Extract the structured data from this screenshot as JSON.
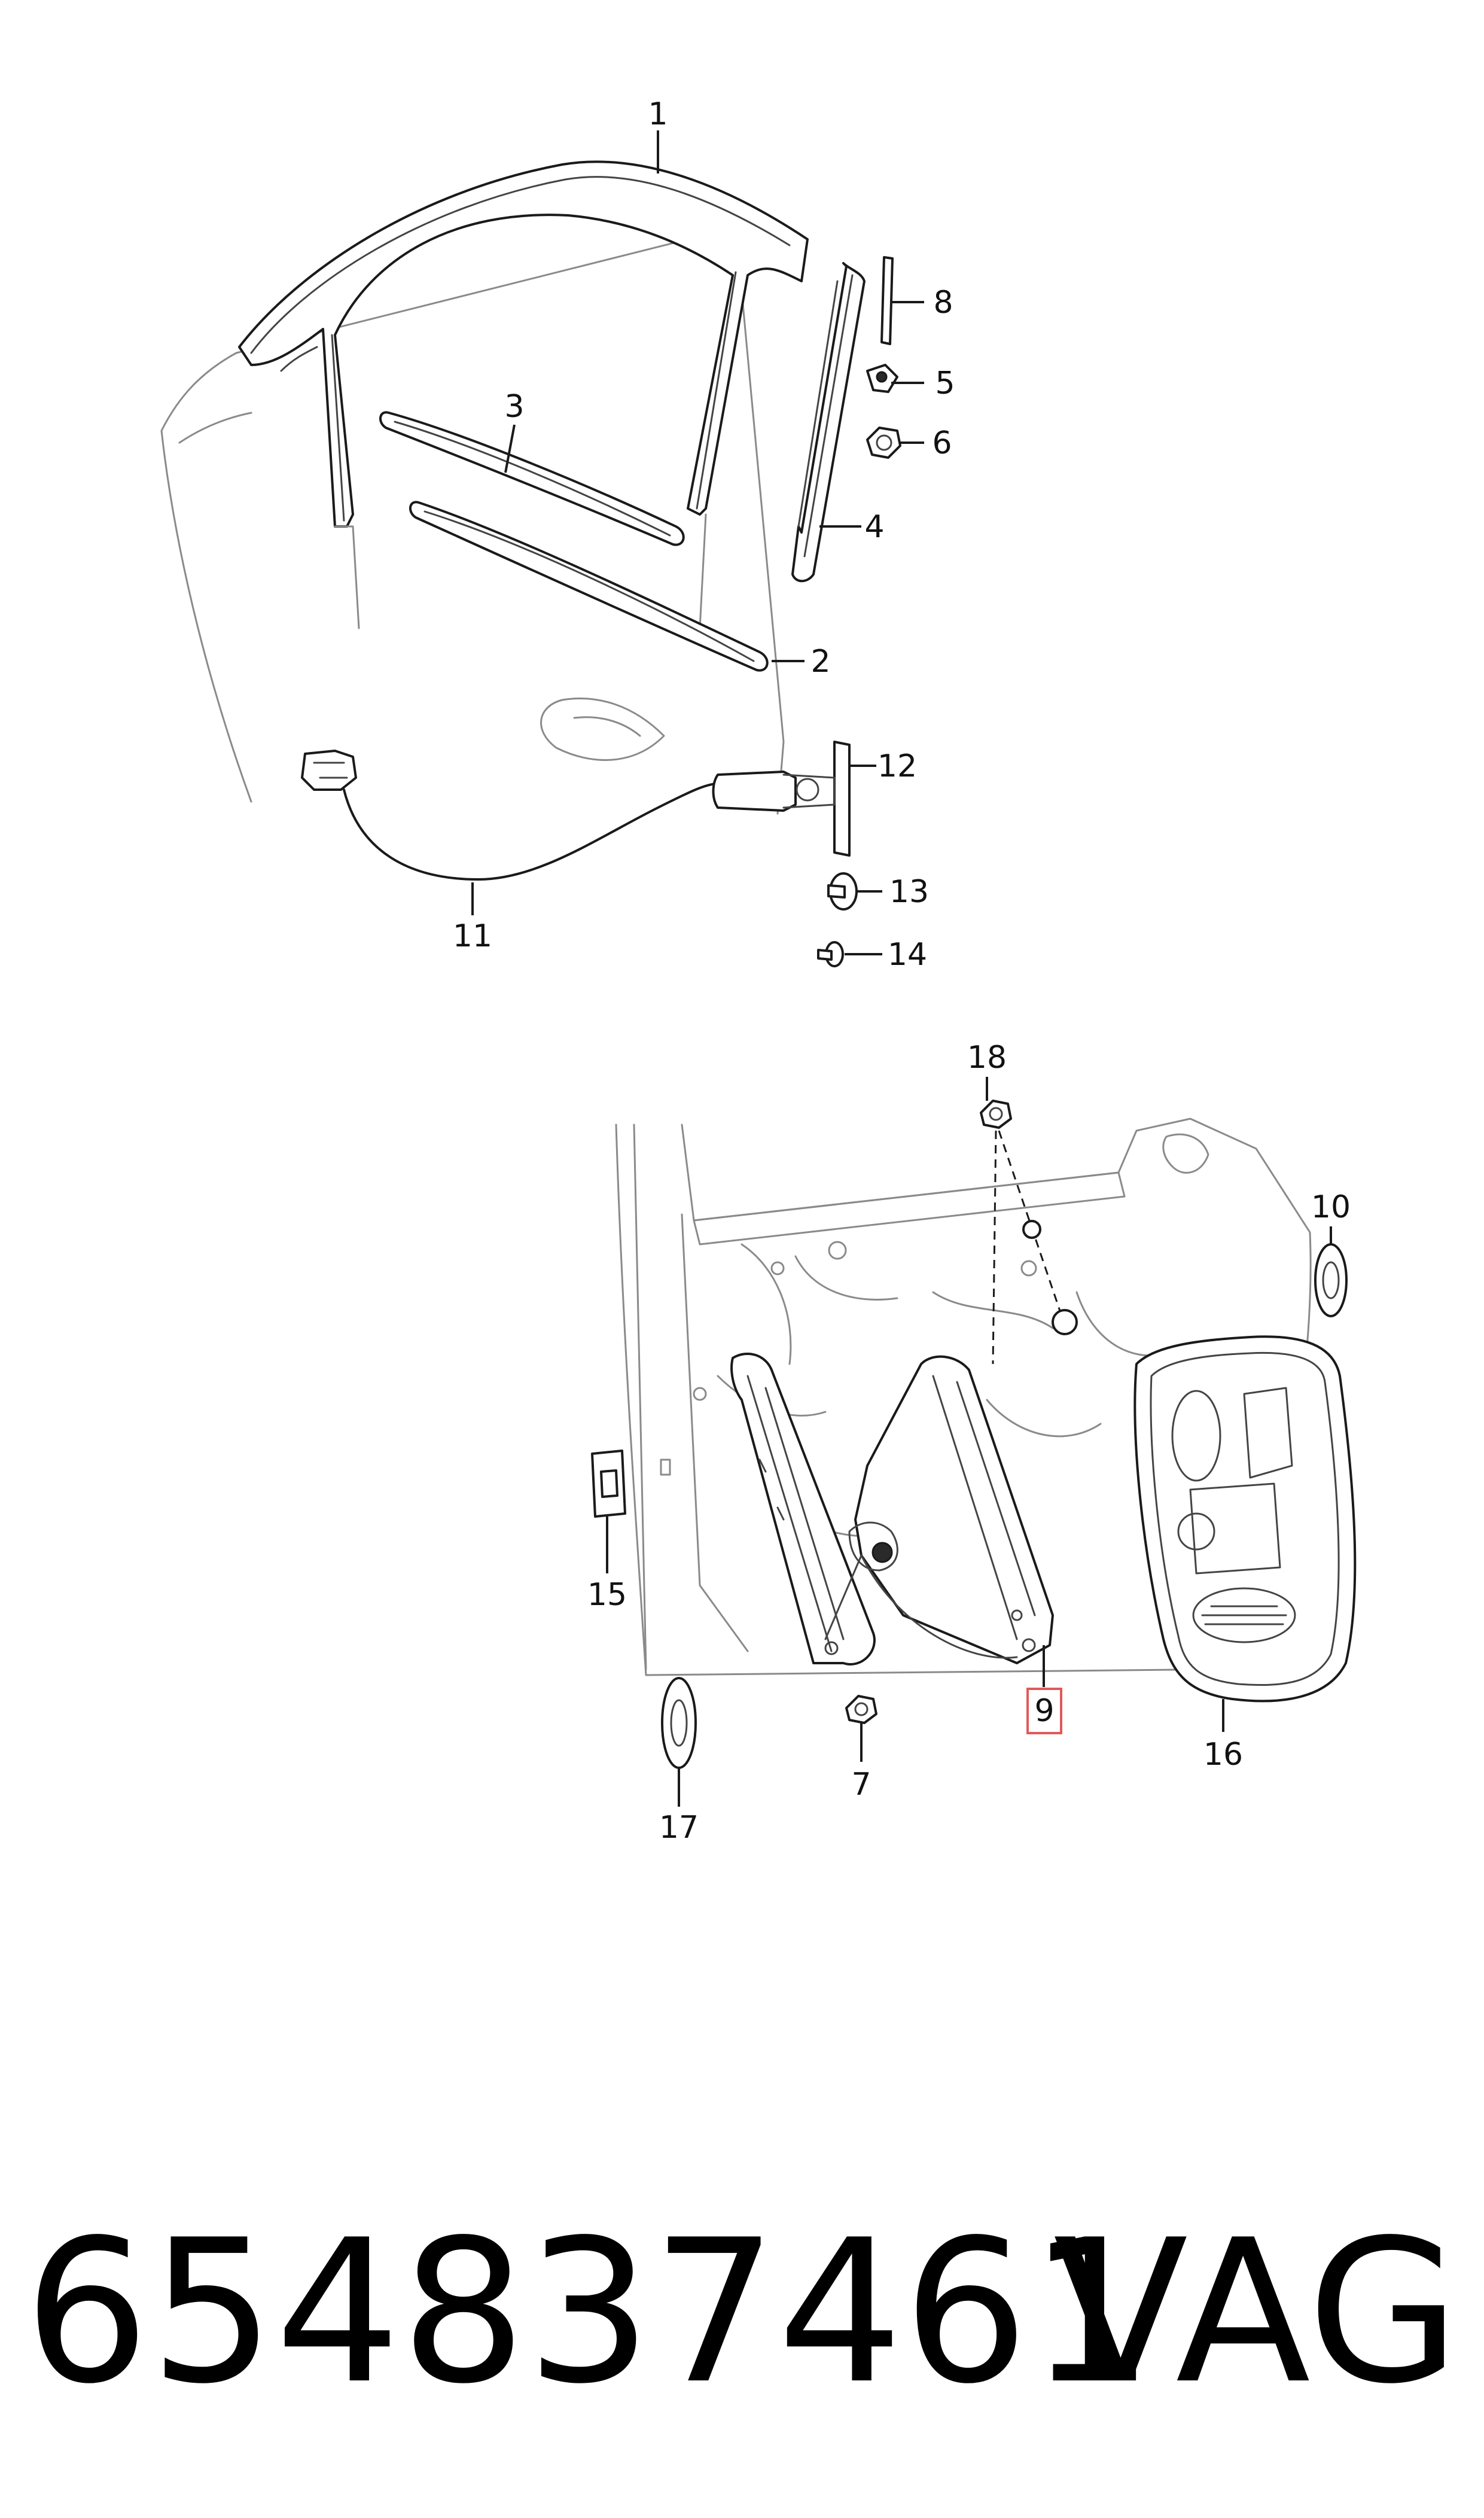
{
  "callouts": {
    "c1": "1",
    "c2": "2",
    "c3": "3",
    "c4": "4",
    "c5": "5",
    "c6": "6",
    "c7": "7",
    "c8": "8",
    "c9": "9",
    "c10": "10",
    "c11": "11",
    "c12": "12",
    "c13": "13",
    "c14": "14",
    "c15": "15",
    "c16": "16",
    "c17": "17",
    "c18": "18"
  },
  "highlighted_callout": "9",
  "footer": {
    "part_number": "654837461",
    "brand": "VAG"
  },
  "colors": {
    "line": "#1a1a1a",
    "highlight": "#e05a5a",
    "background": "#ffffff"
  }
}
